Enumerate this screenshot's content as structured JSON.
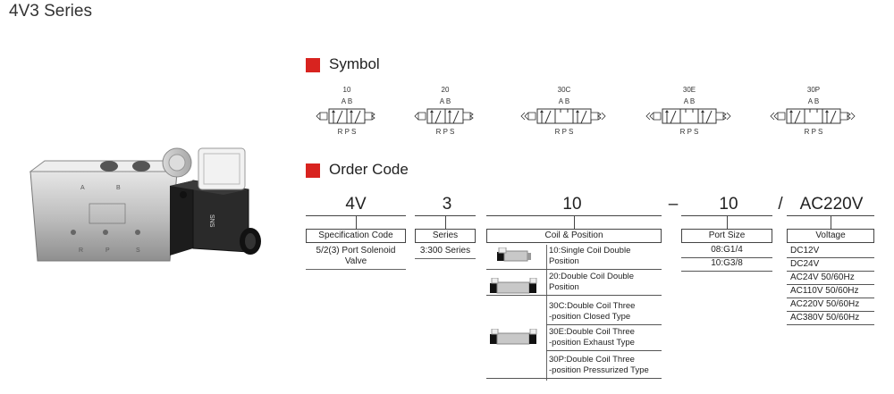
{
  "title": "4V3 Series",
  "symbol": {
    "heading": "Symbol",
    "items": [
      {
        "code": "10",
        "top_ports": "A B",
        "bottom_ports": "R P S"
      },
      {
        "code": "20",
        "top_ports": "A B",
        "bottom_ports": "R P S"
      },
      {
        "code": "30C",
        "top_ports": "A B",
        "bottom_ports": "R P S"
      },
      {
        "code": "30E",
        "top_ports": "A B",
        "bottom_ports": "R P S"
      },
      {
        "code": "30P",
        "top_ports": "A B",
        "bottom_ports": "R P S"
      }
    ]
  },
  "order": {
    "heading": "Order Code",
    "parts": {
      "spec": "4V",
      "series": "3",
      "coil": "10",
      "dash": "–",
      "port": "10",
      "slash": "/",
      "voltage": "AC220V"
    },
    "spec": {
      "label": "Specification Code",
      "desc1": "5/2(3) Port Solenoid",
      "desc2": "Valve"
    },
    "series": {
      "label": "Series",
      "desc": "3:300 Series"
    },
    "coil": {
      "label": "Coil & Position",
      "options": [
        {
          "l1": "10:Single Coil Double",
          "l2": "Position"
        },
        {
          "l1": "20:Double Coil Double",
          "l2": "Position"
        },
        {
          "l1": "30C:Double Coil Three",
          "l2": "-position Closed Type"
        },
        {
          "l1": "30E:Double Coil Three",
          "l2": "-position Exhaust Type"
        },
        {
          "l1": "30P:Double Coil Three",
          "l2": "-position Pressurized Type"
        }
      ]
    },
    "port": {
      "label": "Port Size",
      "options": [
        "08:G1/4",
        "10:G3/8"
      ]
    },
    "voltage": {
      "label": "Voltage",
      "options": [
        "DC12V",
        "DC24V",
        "AC24V 50/60Hz",
        "AC110V 50/60Hz",
        "AC220V 50/60Hz",
        "AC380V 50/60Hz"
      ]
    }
  },
  "product": {
    "valve_markings": [
      "A",
      "B",
      "R",
      "P",
      "S"
    ],
    "logo": "SNS"
  }
}
